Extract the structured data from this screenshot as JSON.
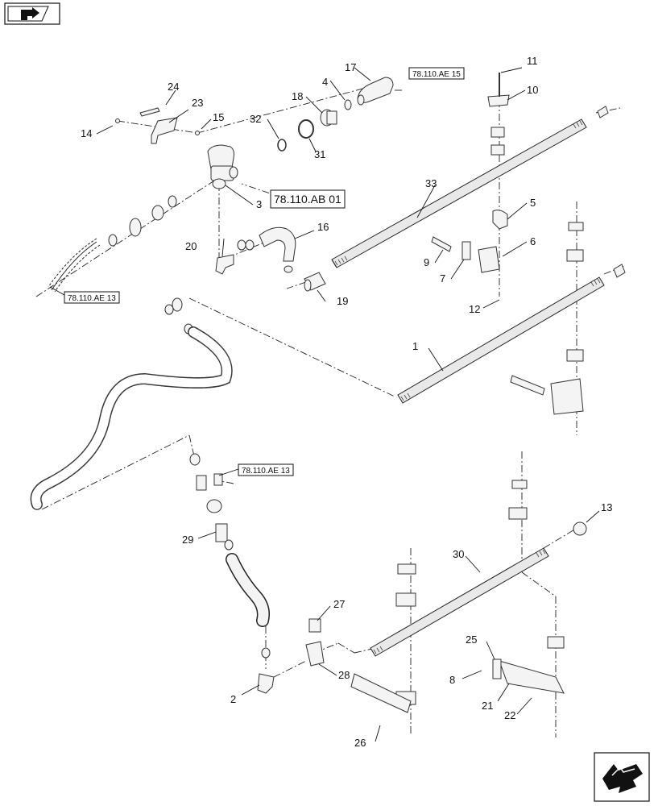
{
  "parts": [
    {
      "id": "p1",
      "label": "1"
    },
    {
      "id": "p2",
      "label": "2"
    },
    {
      "id": "p3",
      "label": "3"
    },
    {
      "id": "p4",
      "label": "4"
    },
    {
      "id": "p5",
      "label": "5"
    },
    {
      "id": "p6",
      "label": "6"
    },
    {
      "id": "p7",
      "label": "7"
    },
    {
      "id": "p8",
      "label": "8"
    },
    {
      "id": "p9",
      "label": "9"
    },
    {
      "id": "p10",
      "label": "10"
    },
    {
      "id": "p11",
      "label": "11"
    },
    {
      "id": "p12",
      "label": "12"
    },
    {
      "id": "p13",
      "label": "13"
    },
    {
      "id": "p14",
      "label": "14"
    },
    {
      "id": "p15",
      "label": "15"
    },
    {
      "id": "p16",
      "label": "16"
    },
    {
      "id": "p17",
      "label": "17"
    },
    {
      "id": "p18",
      "label": "18"
    },
    {
      "id": "p19",
      "label": "19"
    },
    {
      "id": "p20",
      "label": "20"
    },
    {
      "id": "p21",
      "label": "21"
    },
    {
      "id": "p22",
      "label": "22"
    },
    {
      "id": "p23",
      "label": "23"
    },
    {
      "id": "p24",
      "label": "24"
    },
    {
      "id": "p25",
      "label": "25"
    },
    {
      "id": "p26",
      "label": "26"
    },
    {
      "id": "p27",
      "label": "27"
    },
    {
      "id": "p28",
      "label": "28"
    },
    {
      "id": "p29",
      "label": "29"
    },
    {
      "id": "p30",
      "label": "30"
    },
    {
      "id": "p31",
      "label": "31"
    },
    {
      "id": "p32",
      "label": "32"
    },
    {
      "id": "p33",
      "label": "33"
    }
  ],
  "references": {
    "ae15": "78.110.AE 15",
    "ae13_left": "78.110.AE 13",
    "ae13_mid": "78.110.AE 13",
    "ab01": "78.110.AB 01"
  },
  "icons": {
    "top_left": "previous-page-arrow-icon",
    "bottom_right": "next-page-arrow-icon"
  }
}
